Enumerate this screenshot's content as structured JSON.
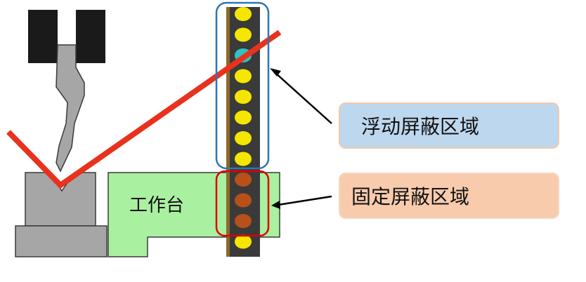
{
  "labels": {
    "worktable": "工作台",
    "floating_zone": "浮动屏蔽区域",
    "fixed_zone": "固定屏蔽区域"
  },
  "colors": {
    "floating_zone_fill": "#bdd7ee",
    "fixed_zone_fill": "#f8cbad",
    "floating_zone_border": "#2e75b6",
    "fixed_zone_border": "#e00000",
    "worktable_fill": "#a9f0a0",
    "laser_beam": "#e8321e",
    "beam_normal": "#f5e600",
    "beam_floating_blocked": "#2ec4c4",
    "beam_fixed_blocked": "#b8501a",
    "light_curtain_bar": "#3a3a3a",
    "punch_holder": "#1a1a1a",
    "tool_gray": "#a6a6a6"
  },
  "light_curtain": {
    "beams": [
      "normal",
      "normal",
      "floating_blocked",
      "normal",
      "normal",
      "normal",
      "normal",
      "normal",
      "fixed_blocked",
      "fixed_blocked",
      "fixed_blocked",
      "normal"
    ]
  }
}
